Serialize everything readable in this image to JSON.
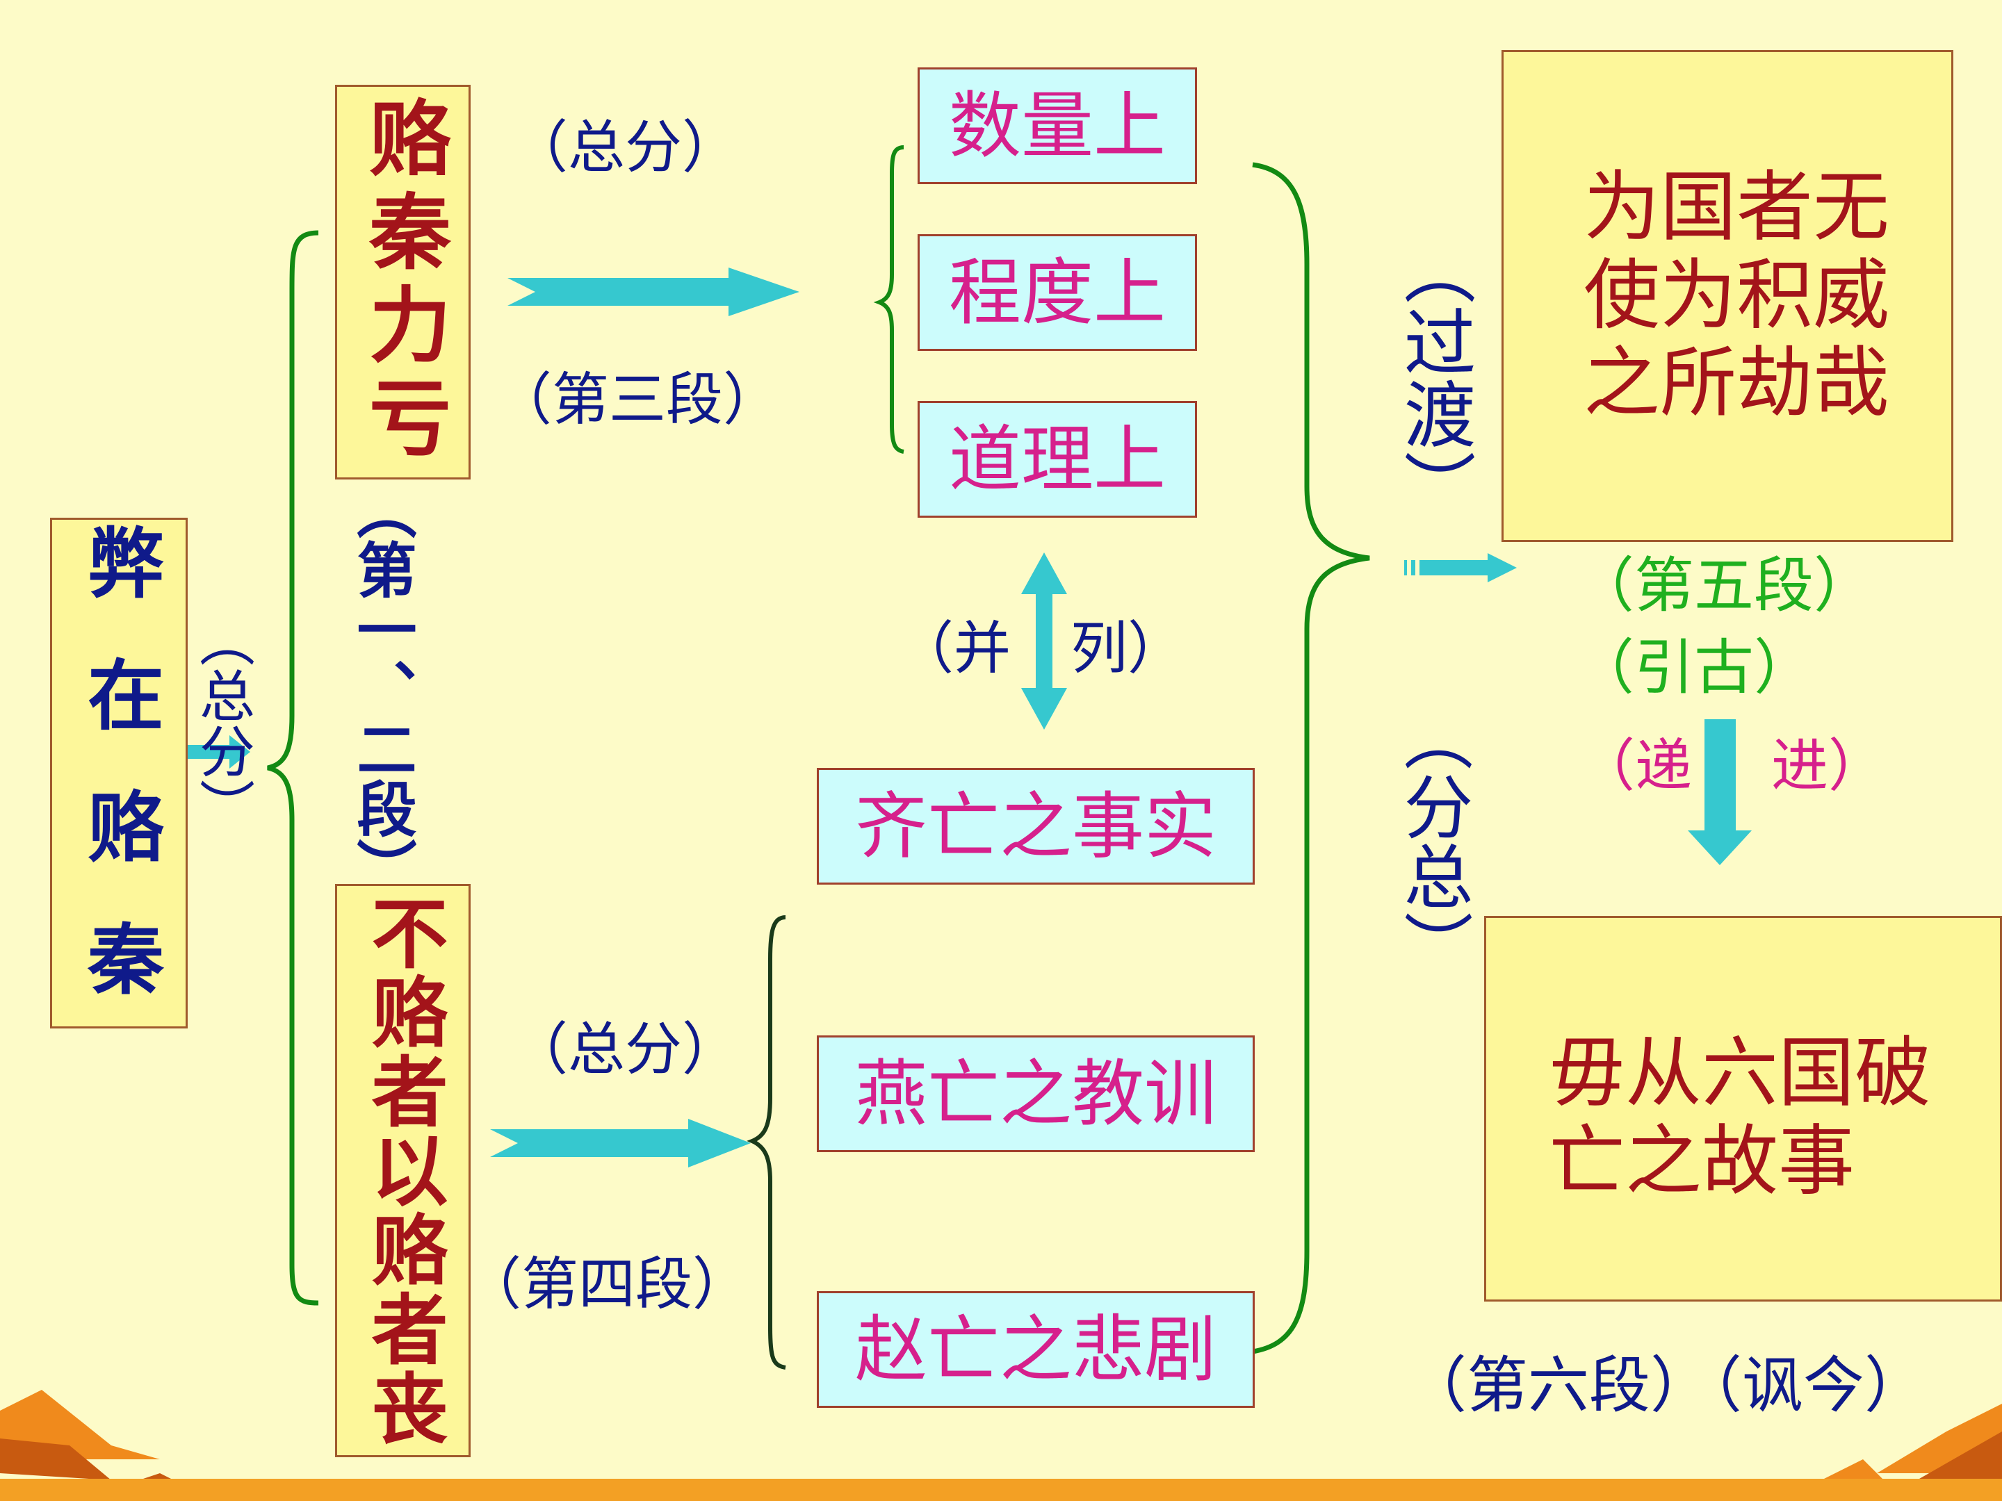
{
  "root": {
    "text": "弊在赂秦"
  },
  "root_label": "（总分）",
  "branch_top": {
    "text": "赂秦力亏",
    "label1": "（总分）",
    "label2": "（第三段）"
  },
  "middle_label": "（第一、二段）",
  "branch_bottom": {
    "text": "不赂者以赂者丧",
    "label1": "（总分）",
    "label2": "（第四段）"
  },
  "aspects": [
    "数量上",
    "程度上",
    "道理上"
  ],
  "parallel": {
    "left": "（并",
    "right": "列）"
  },
  "cases": [
    "齐亡之事实",
    "燕亡之教训",
    "赵亡之悲剧"
  ],
  "transition_label": "（过渡）",
  "fenzong_label": "（分总）",
  "quote_box": {
    "lines": [
      "为国者无",
      "使为积威",
      "之所劫哉"
    ]
  },
  "para5": {
    "line1": "（第五段）",
    "line2": "（引古）"
  },
  "progress": {
    "left": "（递",
    "right": "进）"
  },
  "conclusion_box": {
    "lines": [
      "毋从六国破",
      "亡之故事"
    ]
  },
  "para6": "（第六段）（讽今）",
  "colors": {
    "background": "#fdfbc8",
    "box_yellow": "#fdf79a",
    "box_cyan": "#ccfcfc",
    "navy": "#0f1a8a",
    "dark_red": "#a3141a",
    "pink": "#d6208c",
    "green": "#1fb01f",
    "arrow": "#36c8cf",
    "brace": "#138a13",
    "orange": "#f08a1c"
  }
}
